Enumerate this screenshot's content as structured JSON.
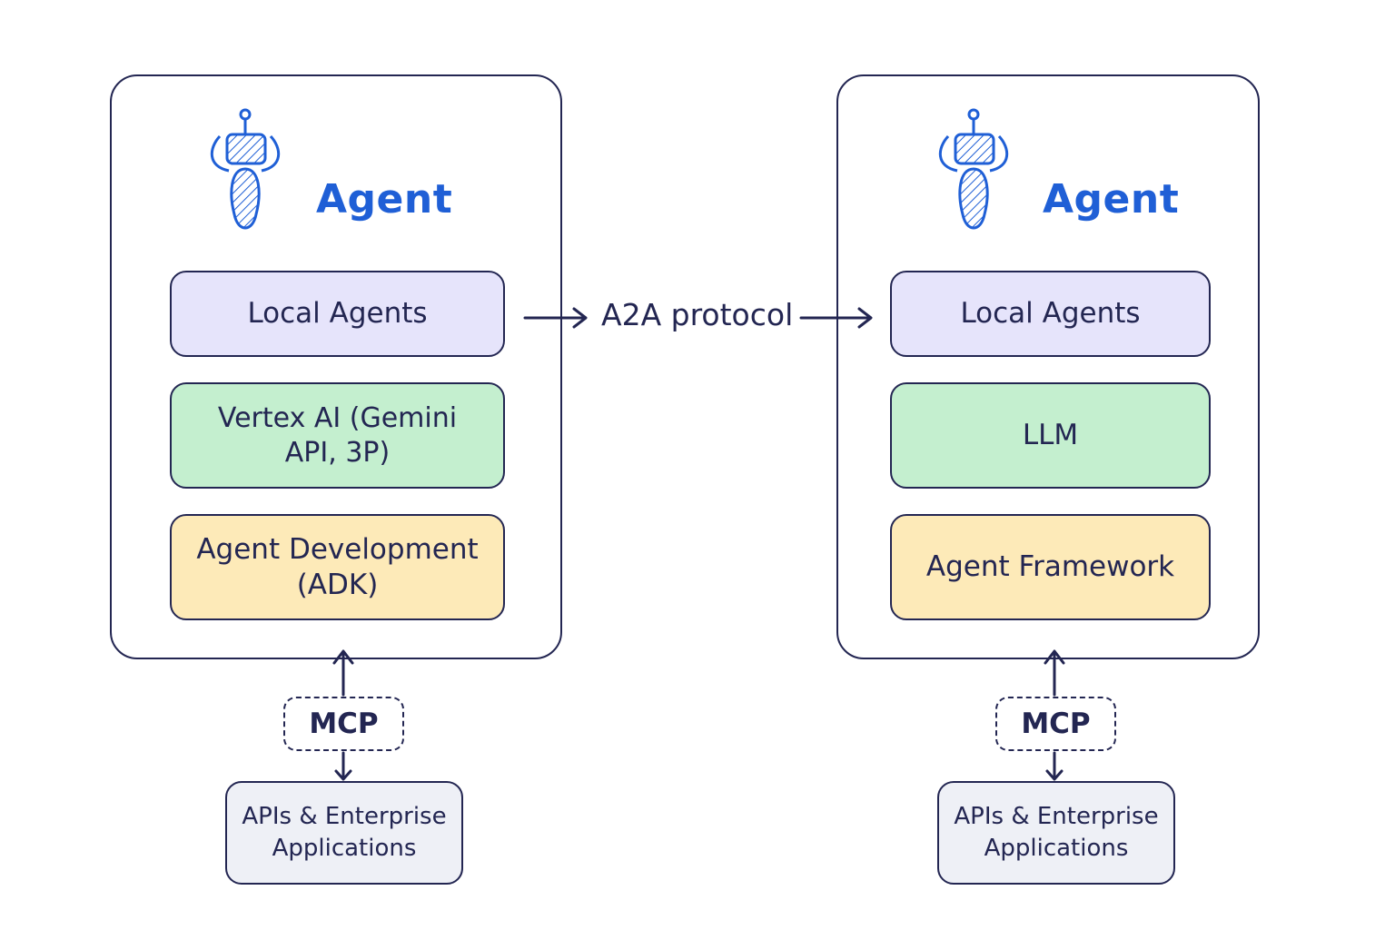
{
  "left_agent": {
    "title": "Agent",
    "icon": "robot-icon",
    "layers": [
      {
        "label": "Local Agents",
        "color": "#e6e4fb"
      },
      {
        "label": "Vertex AI (Gemini API, 3P)",
        "color": "#c4efcf"
      },
      {
        "label": "Agent Development (ADK)",
        "color": "#fdeab8"
      }
    ],
    "mcp_label": "MCP",
    "apis_label": "APIs & Enterprise Applications"
  },
  "right_agent": {
    "title": "Agent",
    "icon": "robot-icon",
    "layers": [
      {
        "label": "Local Agents",
        "color": "#e6e4fb"
      },
      {
        "label": "LLM",
        "color": "#c4efcf"
      },
      {
        "label": "Agent Framework",
        "color": "#fdeab8"
      }
    ],
    "mcp_label": "MCP",
    "apis_label": "APIs & Enterprise Applications"
  },
  "protocol_label": "A2A protocol",
  "colors": {
    "ink": "#232652",
    "accent": "#1f5fd6"
  }
}
